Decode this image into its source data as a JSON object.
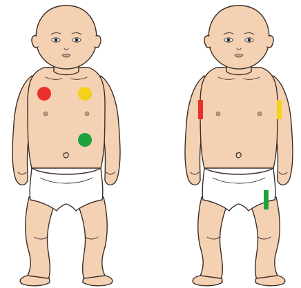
{
  "figures": [
    {
      "view": "front-left",
      "markers": [
        {
          "shape": "circle",
          "location": "right-upper-chest",
          "color": "#e8312a"
        },
        {
          "shape": "circle",
          "location": "left-upper-chest",
          "color": "#f3d21a"
        },
        {
          "shape": "circle",
          "location": "left-abdomen",
          "color": "#1fa13c"
        }
      ]
    },
    {
      "view": "front-right",
      "markers": [
        {
          "shape": "bar",
          "location": "right-upper-arm",
          "color": "#e8312a"
        },
        {
          "shape": "bar",
          "location": "left-upper-arm",
          "color": "#f3d21a"
        },
        {
          "shape": "bar",
          "location": "left-thigh",
          "color": "#1fa13c"
        }
      ]
    }
  ]
}
